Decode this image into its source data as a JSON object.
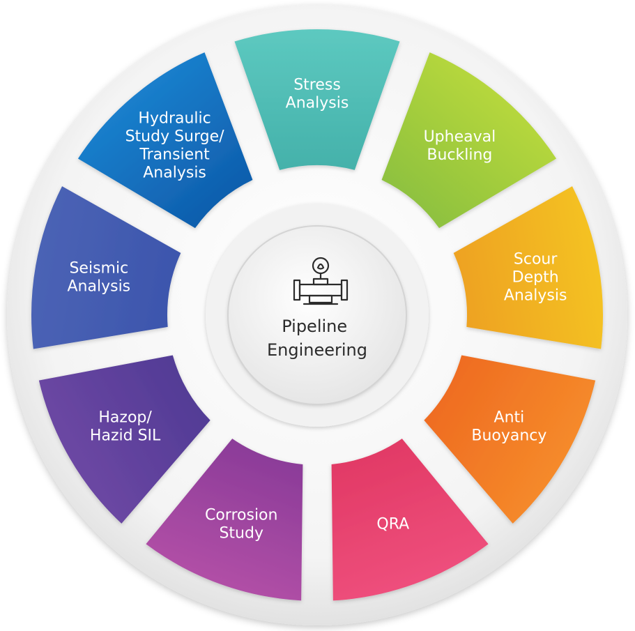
{
  "diagram": {
    "center": {
      "title_lines": [
        "Pipeline",
        "Engineering"
      ],
      "icon": "pipeline-valve-icon"
    },
    "segments": [
      {
        "id": "stress-analysis",
        "label_lines": [
          "Stress",
          "Analysis"
        ],
        "color_start": "#5dc9c0",
        "color_end": "#45b2ab"
      },
      {
        "id": "upheaval-buckling",
        "label_lines": [
          "Upheaval",
          "Buckling"
        ],
        "color_start": "#b6d73c",
        "color_end": "#8fc23f"
      },
      {
        "id": "scour-depth-analysis",
        "label_lines": [
          "Scour",
          "Depth",
          "Analysis"
        ],
        "color_start": "#f4c224",
        "color_end": "#eea322"
      },
      {
        "id": "anti-buoyancy",
        "label_lines": [
          "Anti",
          "Buoyancy"
        ],
        "color_start": "#f58a2a",
        "color_end": "#ef6d22"
      },
      {
        "id": "qra",
        "label_lines": [
          "QRA"
        ],
        "color_start": "#ee4f7c",
        "color_end": "#e23a66"
      },
      {
        "id": "corrosion-study",
        "label_lines": [
          "Corrosion",
          "Study"
        ],
        "color_start": "#b14fa6",
        "color_end": "#8c3c99"
      },
      {
        "id": "hazop-hazid-sil",
        "label_lines": [
          "Hazop/",
          "Hazid SIL"
        ],
        "color_start": "#6c47a3",
        "color_end": "#533c96"
      },
      {
        "id": "seismic-analysis",
        "label_lines": [
          "Seismic",
          "Analysis"
        ],
        "color_start": "#4b63b5",
        "color_end": "#3d56ad"
      },
      {
        "id": "hydraulic-study",
        "label_lines": [
          "Hydraulic",
          "Study Surge/",
          "Transient",
          "Analysis"
        ],
        "color_start": "#1a7fcc",
        "color_end": "#0f5fae"
      }
    ]
  }
}
